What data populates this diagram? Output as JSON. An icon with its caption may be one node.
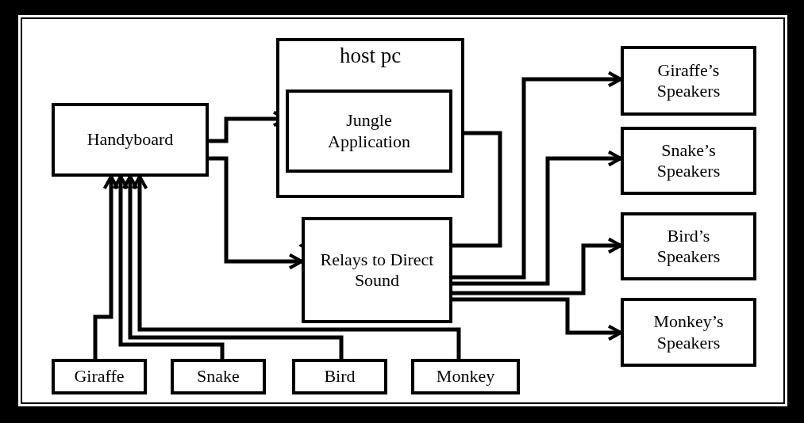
{
  "diagram": {
    "nodes": [
      {
        "text": [
          "host pc"
        ]
      },
      {
        "text": [
          "Jungle Application"
        ],
        "in": 0
      },
      {
        "text": [
          "Handyboard"
        ]
      },
      {
        "text": [
          "Relays to Direct Sound"
        ]
      },
      {
        "text": [
          "Giraffe’s Speakers"
        ]
      },
      {
        "text": [
          "Snake’s Speakers"
        ]
      },
      {
        "text": [
          "Bird’s Speakers"
        ]
      },
      {
        "text": [
          "Monkey’s Speakers"
        ]
      },
      {
        "text": [
          "Giraffe"
        ]
      },
      {
        "text": [
          "Snake"
        ]
      },
      {
        "text": [
          "Bird"
        ]
      },
      {
        "text": [
          "Monkey"
        ]
      }
    ],
    "edges": [
      {
        "from": 2,
        "to": 1,
        "arrow": "to"
      },
      {
        "from": 2,
        "to": 3,
        "arrow": "to"
      },
      {
        "from": 1,
        "to": 3,
        "arrow": "to"
      },
      {
        "from": 3,
        "to": 4,
        "arrow": "to"
      },
      {
        "from": 3,
        "to": 5,
        "arrow": "to"
      },
      {
        "from": 3,
        "to": 6,
        "arrow": "to"
      },
      {
        "from": 3,
        "to": 7,
        "arrow": "to"
      },
      {
        "from": 8,
        "to": 2,
        "arrow": "to"
      },
      {
        "from": 9,
        "to": 2,
        "arrow": "to"
      },
      {
        "from": 10,
        "to": 2,
        "arrow": "to"
      },
      {
        "from": 11,
        "to": 2,
        "arrow": "to"
      }
    ]
  }
}
